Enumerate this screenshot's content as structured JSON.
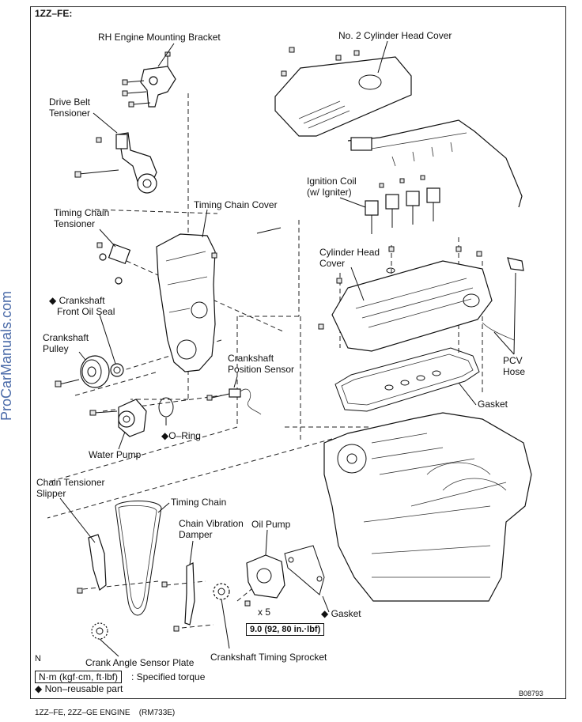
{
  "header": {
    "model": "1ZZ–FE:"
  },
  "watermark": "ProCarManuals.com",
  "labels": {
    "rh_mount": "RH Engine Mounting Bracket",
    "no2_head_cover": "No. 2 Cylinder Head Cover",
    "drive_belt_1": "Drive Belt",
    "drive_belt_2": "Tensioner",
    "ignition_1": "Ignition Coil",
    "ignition_2": "(w/ Igniter)",
    "timing_tensioner_1": "Timing Chain",
    "timing_tensioner_2": "Tensioner",
    "timing_cover": "Timing Chain Cover",
    "head_cover_1": "Cylinder Head",
    "head_cover_2": "Cover",
    "oil_seal_1": "Crankshaft",
    "oil_seal_2": "Front Oil Seal",
    "pulley_1": "Crankshaft",
    "pulley_2": "Pulley",
    "pos_sensor_1": "Crankshaft",
    "pos_sensor_2": "Position Sensor",
    "pcv_1": "PCV",
    "pcv_2": "Hose",
    "gasket_top": "Gasket",
    "o_ring": "O–Ring",
    "water_pump": "Water Pump",
    "slipper_1": "Chain Tensioner",
    "slipper_2": "Slipper",
    "timing_chain": "Timing Chain",
    "damper_1": "Chain Vibration",
    "damper_2": "Damper",
    "oil_pump": "Oil Pump",
    "times5": "x 5",
    "gasket_bottom": "Gasket",
    "torque_box": "9.0 (92, 80 in.·lbf)",
    "crank_plate": "Crank Angle Sensor Plate",
    "sprocket": "Crankshaft Timing Sprocket",
    "n_mark": "N"
  },
  "non_reusable_mark": "◆",
  "legend": {
    "unit_box": "N·m (kgf·cm, ft·lbf)",
    "unit_text": ": Specified torque",
    "nonreusable_text": "Non–reusable part"
  },
  "figure_id": "B08793",
  "footer": "1ZZ–FE, 2ZZ–GE ENGINE    (RM733E)"
}
